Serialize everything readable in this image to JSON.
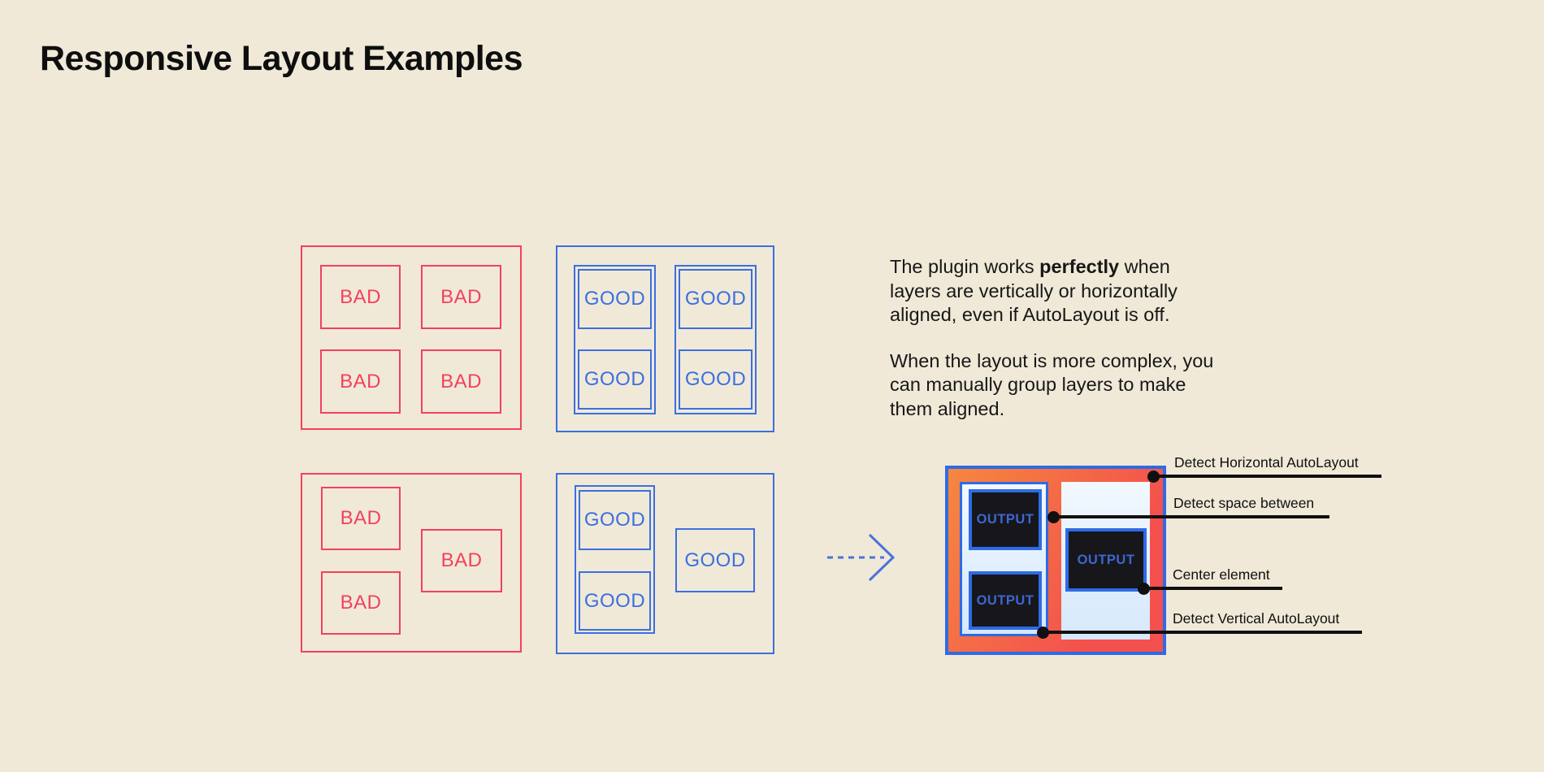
{
  "title": "Responsive Layout Examples",
  "labels": {
    "bad": "BAD",
    "good": "GOOD",
    "output": "OUTPUT"
  },
  "description": {
    "p1": {
      "l1_pre": "The plugin works ",
      "l1_bold": "perfectly",
      "l1_post": " when",
      "l2": "layers are vertically or horizontally",
      "l3": "aligned, even if AutoLayout is off."
    },
    "p2": {
      "l1": "When the layout is more complex, you",
      "l2": "can manually group layers to make",
      "l3": "them aligned."
    }
  },
  "annotations": [
    {
      "label": "Detect Horizontal AutoLayout"
    },
    {
      "label": "Detect space between"
    },
    {
      "label": "Center element"
    },
    {
      "label": "Detect Vertical AutoLayout"
    }
  ],
  "colors": {
    "background": "#F0E9D8",
    "bad_red": "#F2415C",
    "good_blue": "#3B6FE0",
    "outline_blue": "#2E6BE4",
    "orange_gradient_start": "#F5873F",
    "orange_gradient_end": "#F4504D",
    "panel_light_blue": "#D5E8FC",
    "dark_box": "#17171B",
    "output_text_blue": "#3E66D2",
    "annotation_black": "#101010"
  }
}
